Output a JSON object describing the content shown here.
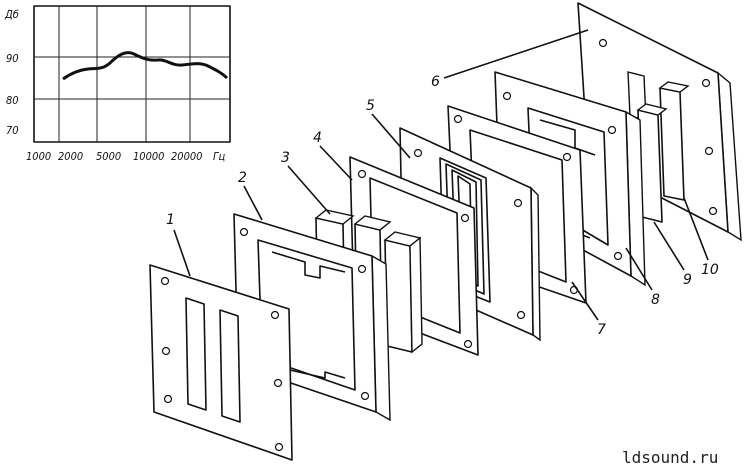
{
  "chart": {
    "unit_top": "Дб",
    "y_ticks": [
      "90",
      "80",
      "70"
    ],
    "x_ticks": [
      "1000",
      "2000",
      "5000",
      "10000",
      "20000",
      "Гц"
    ]
  },
  "callouts": [
    "1",
    "2",
    "3",
    "4",
    "5",
    "6",
    "7",
    "8",
    "9",
    "10"
  ],
  "watermark": "ldsound.ru",
  "colors": {
    "ink": "#111111",
    "background": "#ffffff"
  }
}
